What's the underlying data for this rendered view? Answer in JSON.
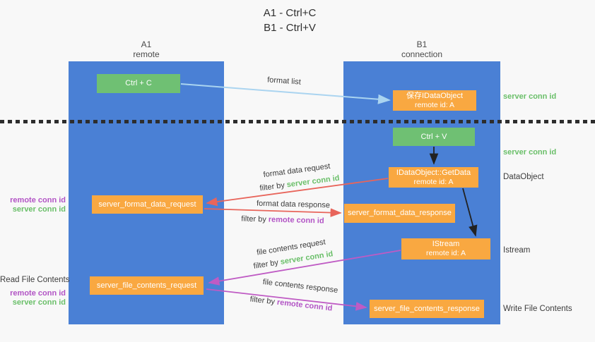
{
  "title": {
    "line1": "A1 - Ctrl+C",
    "line2": "B1 - Ctrl+V"
  },
  "lanes": {
    "a1": {
      "name": "A1",
      "role": "remote"
    },
    "b1": {
      "name": "B1",
      "role": "connection"
    }
  },
  "nodes": {
    "ctrl_c": "Ctrl + C",
    "ctrl_v": "Ctrl + V",
    "save_idataobject_title": "保存IDataObject",
    "save_idataobject_sub": "remote id: A",
    "getdata_title": "IDataObject::GetData",
    "getdata_sub": "remote id: A",
    "istream_title": "IStream",
    "istream_sub": "remote id: A",
    "server_format_data_request": "server_format_data_request",
    "server_format_data_response": "server_format_data_response",
    "server_file_contents_request": "server_file_contents_request",
    "server_file_contents_response": "server_file_contents_response"
  },
  "arrow_labels": {
    "format_list": "format list",
    "format_data_request": "format data request",
    "format_data_response": "format data response",
    "file_contents_request": "file contents request",
    "file_contents_response": "file contents response",
    "filter_by": "filter by ",
    "server_conn_id": "server conn id",
    "remote_conn_id": "remote conn id"
  },
  "side_labels": {
    "right_server_conn_id_1": "server conn id",
    "right_server_conn_id_2": "server conn id",
    "dataobject": "DataObject",
    "istream": "Istream",
    "write_file_contents": "Write File Contents",
    "left_remote_conn_id_1": "remote conn id",
    "left_server_conn_id_1": "server conn id",
    "read_file_contents": "Read File Contents",
    "left_remote_conn_id_2": "remote conn id",
    "left_server_conn_id_2": "server conn id"
  },
  "colors": {
    "lane_blue": "#4a80d5",
    "node_green": "#6fc073",
    "node_orange": "#f9a841",
    "arrow_blue": "#aad4f0",
    "arrow_red": "#e8655b",
    "arrow_magenta": "#bf5bc4",
    "arrow_black": "#222222",
    "text_green": "#6abf69",
    "text_purple": "#b254c5",
    "text_dark": "#3c3c3c",
    "background": "#f8f8f8"
  }
}
